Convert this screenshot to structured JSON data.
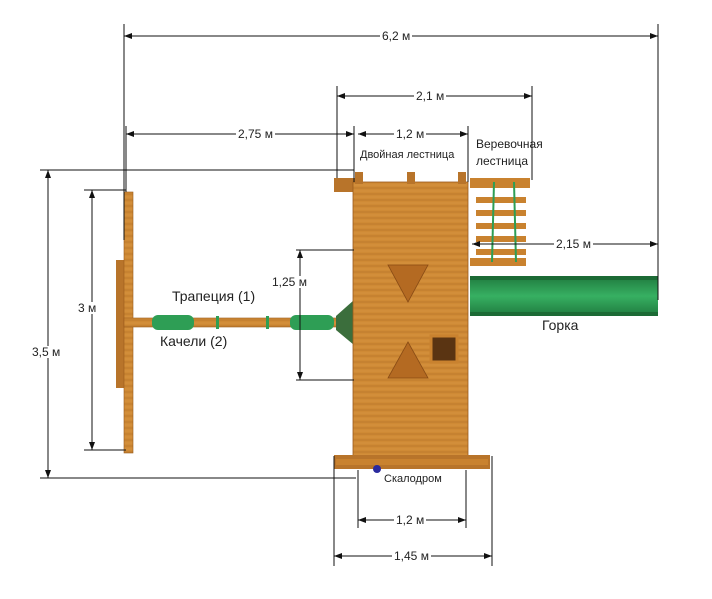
{
  "dimensions": {
    "total_width": "6,2 м",
    "platform_span": "2,1 м",
    "swing_offset": "2,75 м",
    "tower_width_top": "1,2 м",
    "slide_length": "2,15 м",
    "rung_spacing": "1,25 м",
    "swing_beam_length": "3 м",
    "total_depth": "3,5 м",
    "tower_width_bottom": "1,2 м",
    "base_width": "1,45 м"
  },
  "labels": {
    "double_ladder": "Двойная лестница",
    "rope_ladder_line1": "Веревочная",
    "rope_ladder_line2": "лестница",
    "trapeze": "Трапеция (1)",
    "swings": "Качели (2)",
    "slide": "Горка",
    "climbing_wall": "Скалодром"
  },
  "colors": {
    "wood": "#c9822f",
    "wood_dark": "#9a5a1c",
    "slide": "#2e9e55",
    "line": "#111111"
  }
}
